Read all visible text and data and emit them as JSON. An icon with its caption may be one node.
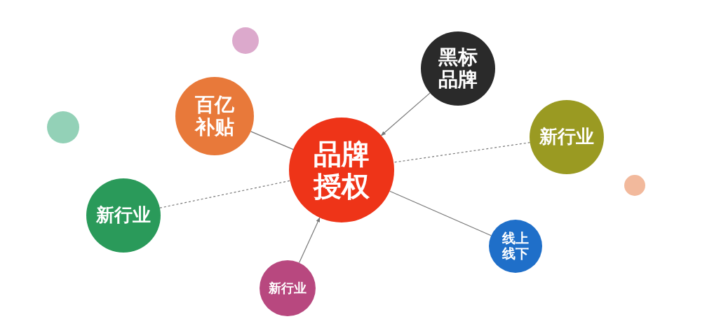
{
  "diagram": {
    "nodes": [
      {
        "text": [
          "品牌授权"
        ]
      },
      {
        "text": [
          "黑标品牌"
        ]
      },
      {
        "text": [
          "百亿补贴"
        ]
      },
      {
        "text": [
          "新行业"
        ]
      },
      {
        "text": [
          "新行业"
        ]
      },
      {
        "text": [
          "线上线下"
        ]
      },
      {
        "text": [
          "新行业"
        ]
      },
      {
        "text": [],
        "shape": "circle"
      },
      {
        "text": [],
        "shape": "circle"
      },
      {
        "text": [],
        "shape": "circle"
      }
    ],
    "edges": [
      {
        "from": 1,
        "to": 0,
        "arrow": "to"
      },
      {
        "from": 2,
        "to": 0,
        "arrow": "none"
      },
      {
        "from": 3,
        "to": 0,
        "arrow": "none",
        "style": "dashed"
      },
      {
        "from": 4,
        "to": 0,
        "arrow": "none",
        "style": "dashed"
      },
      {
        "from": 5,
        "to": 0,
        "arrow": "none"
      },
      {
        "from": 6,
        "to": 0,
        "arrow": "to"
      }
    ]
  }
}
